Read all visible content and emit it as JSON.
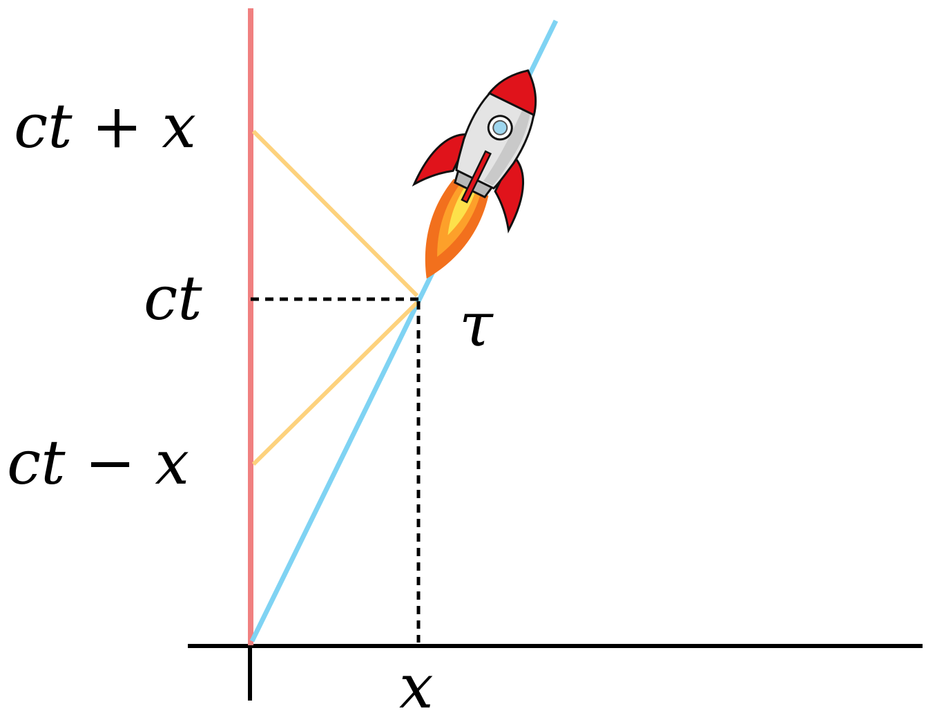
{
  "labels": {
    "ct_plus_x": "ct + x",
    "ct": "ct",
    "ct_minus_x": "ct − x",
    "tau": "τ",
    "x": "x"
  },
  "colors": {
    "stationary_worldline": "#f08080",
    "rocket_worldline": "#7fd3f3",
    "light_signals": "#fdd27d",
    "axes": "#000000",
    "rocket_body": "#e4e4e4",
    "rocket_accent": "#e0131b",
    "flame_outer": "#f2701d",
    "flame_inner": "#fde14a"
  },
  "icons": {
    "rocket": "rocket-icon"
  }
}
